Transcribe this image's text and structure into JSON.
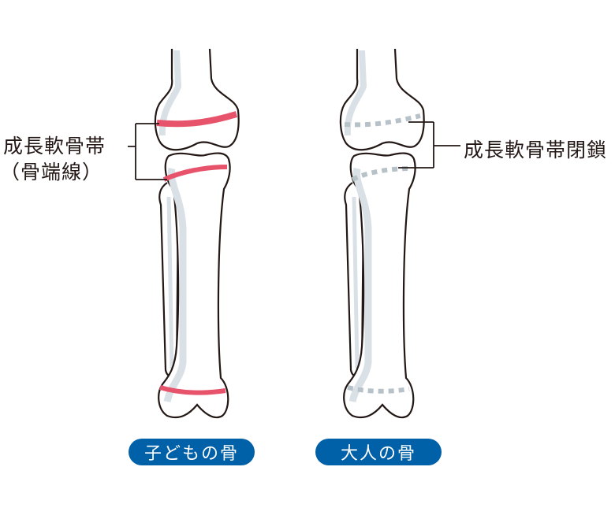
{
  "labels": {
    "growth_plate": "成長軟骨帯",
    "epiphyseal_line": "（骨端線）",
    "growth_plate_closed": "成長軟骨帯閉鎖"
  },
  "badges": {
    "child": "子どもの骨",
    "adult": "大人の骨"
  },
  "colors": {
    "badge": "#0060a8",
    "growth_plate": "#e8536c",
    "closed_plate": "#b7c2c8",
    "bone_shade": "#d9e1e6",
    "outline": "#231815"
  }
}
